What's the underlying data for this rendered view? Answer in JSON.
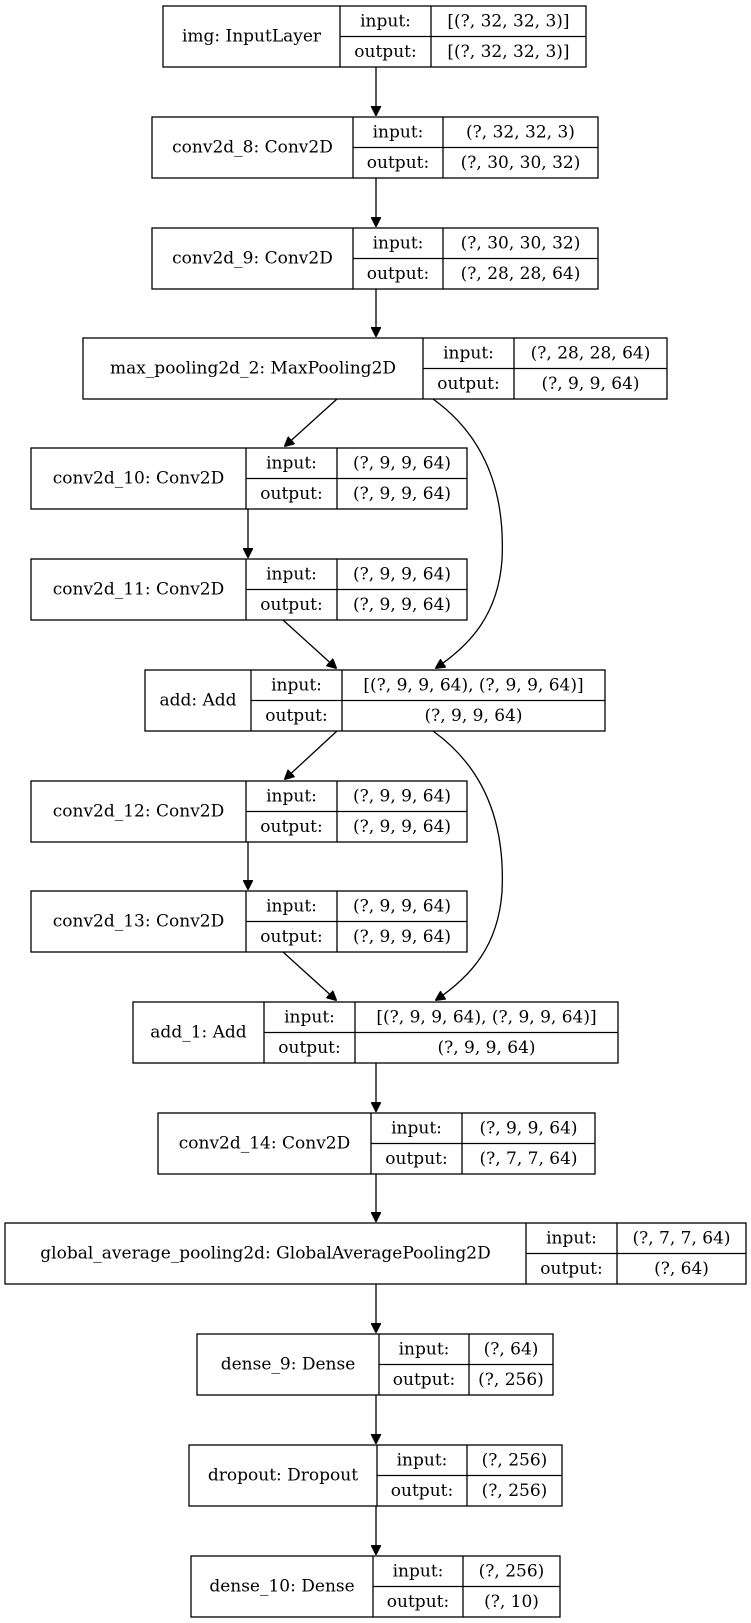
{
  "diagram": {
    "nodes": [
      {
        "id": "img",
        "name": "img: InputLayer",
        "input": "[(?, 32, 32, 3)]",
        "output": "[(?, 32, 32, 3)]"
      },
      {
        "id": "conv2d_8",
        "name": "conv2d_8: Conv2D",
        "input": "(?, 32, 32, 3)",
        "output": "(?, 30, 30, 32)"
      },
      {
        "id": "conv2d_9",
        "name": "conv2d_9: Conv2D",
        "input": "(?, 30, 30, 32)",
        "output": "(?, 28, 28, 64)"
      },
      {
        "id": "max_pooling2d_2",
        "name": "max_pooling2d_2: MaxPooling2D",
        "input": "(?, 28, 28, 64)",
        "output": "(?, 9, 9, 64)"
      },
      {
        "id": "conv2d_10",
        "name": "conv2d_10: Conv2D",
        "input": "(?, 9, 9, 64)",
        "output": "(?, 9, 9, 64)"
      },
      {
        "id": "conv2d_11",
        "name": "conv2d_11: Conv2D",
        "input": "(?, 9, 9, 64)",
        "output": "(?, 9, 9, 64)"
      },
      {
        "id": "add",
        "name": "add: Add",
        "input": "[(?, 9, 9, 64), (?, 9, 9, 64)]",
        "output": "(?, 9, 9, 64)"
      },
      {
        "id": "conv2d_12",
        "name": "conv2d_12: Conv2D",
        "input": "(?, 9, 9, 64)",
        "output": "(?, 9, 9, 64)"
      },
      {
        "id": "conv2d_13",
        "name": "conv2d_13: Conv2D",
        "input": "(?, 9, 9, 64)",
        "output": "(?, 9, 9, 64)"
      },
      {
        "id": "add_1",
        "name": "add_1: Add",
        "input": "[(?, 9, 9, 64), (?, 9, 9, 64)]",
        "output": "(?, 9, 9, 64)"
      },
      {
        "id": "conv2d_14",
        "name": "conv2d_14: Conv2D",
        "input": "(?, 9, 9, 64)",
        "output": "(?, 7, 7, 64)"
      },
      {
        "id": "global_average_pooling2d",
        "name": "global_average_pooling2d: GlobalAveragePooling2D",
        "input": "(?, 7, 7, 64)",
        "output": "(?, 64)"
      },
      {
        "id": "dense_9",
        "name": "dense_9: Dense",
        "input": "(?, 64)",
        "output": "(?, 256)"
      },
      {
        "id": "dropout",
        "name": "dropout: Dropout",
        "input": "(?, 256)",
        "output": "(?, 256)"
      },
      {
        "id": "dense_10",
        "name": "dense_10: Dense",
        "input": "(?, 256)",
        "output": "(?, 10)"
      }
    ],
    "edges": [
      {
        "from": "img",
        "to": "conv2d_8"
      },
      {
        "from": "conv2d_8",
        "to": "conv2d_9"
      },
      {
        "from": "conv2d_9",
        "to": "max_pooling2d_2"
      },
      {
        "from": "max_pooling2d_2",
        "to": "conv2d_10"
      },
      {
        "from": "conv2d_10",
        "to": "conv2d_11"
      },
      {
        "from": "conv2d_11",
        "to": "add"
      },
      {
        "from": "max_pooling2d_2",
        "to": "add"
      },
      {
        "from": "add",
        "to": "conv2d_12"
      },
      {
        "from": "conv2d_12",
        "to": "conv2d_13"
      },
      {
        "from": "conv2d_13",
        "to": "add_1"
      },
      {
        "from": "add",
        "to": "add_1"
      },
      {
        "from": "add_1",
        "to": "conv2d_14"
      },
      {
        "from": "conv2d_14",
        "to": "global_average_pooling2d"
      },
      {
        "from": "global_average_pooling2d",
        "to": "dense_9"
      },
      {
        "from": "dense_9",
        "to": "dropout"
      },
      {
        "from": "dropout",
        "to": "dense_10"
      }
    ],
    "port_labels": {
      "input": "input:",
      "output": "output:"
    }
  }
}
